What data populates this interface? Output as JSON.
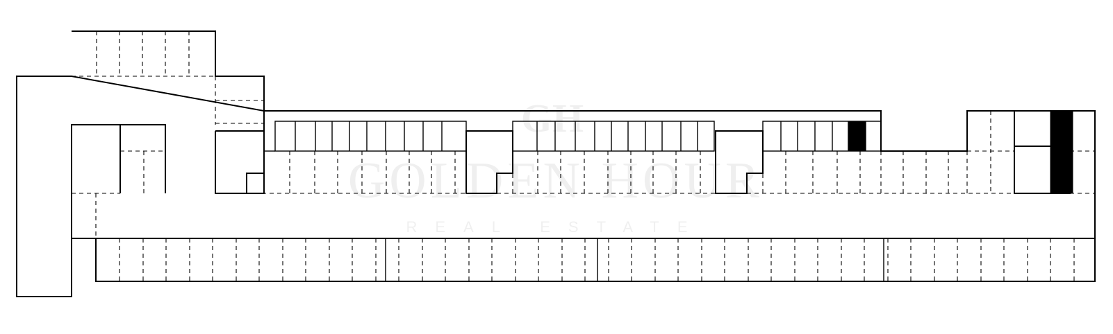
{
  "watermark": {
    "monogram": "GH",
    "brand": "GOLDEN HOUR",
    "tagline": "REAL ESTATE",
    "color": "#000000"
  },
  "plan": {
    "line_color": "#000000",
    "background": "#ffffff",
    "highlighted_units": [
      "storage-unit-highlighted-1",
      "storage-unit-highlighted-2"
    ]
  }
}
